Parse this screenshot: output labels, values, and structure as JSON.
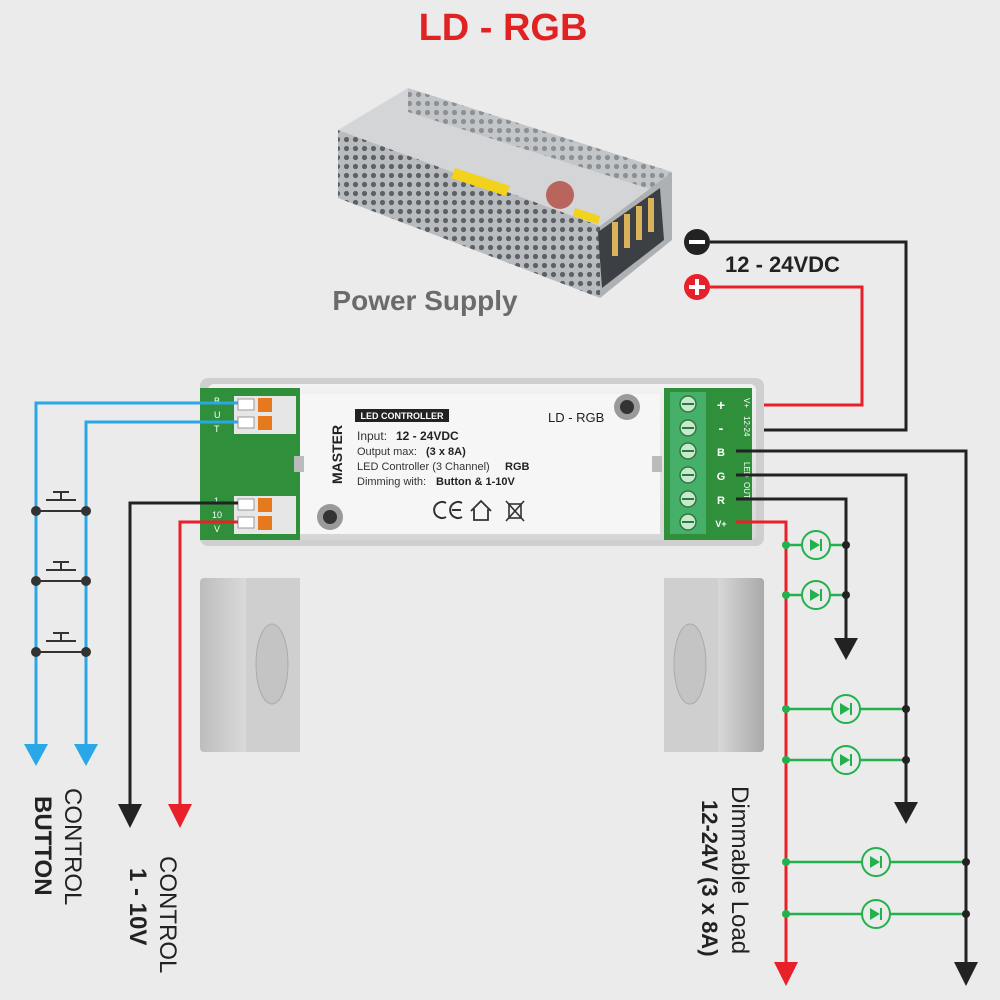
{
  "title": "LD - RGB",
  "power_supply": {
    "label": "Power Supply",
    "voltage": "12 - 24VDC"
  },
  "controller": {
    "brand": "MASTER",
    "badge": "LED CONTROLLER",
    "model": "LD - RGB",
    "input_label": "Input:",
    "input_value": "12 - 24VDC",
    "output_label": "Output max:",
    "output_value": "(3 x 8A)",
    "channel_label": "LED Controller (3 Channel)",
    "channel_value": "RGB",
    "dimming_label": "Dimming with:",
    "dimming_value": "Button & 1-10V",
    "terminal_left_top": [
      "B",
      "U",
      "T"
    ],
    "terminal_left_bottom": [
      "1",
      "10",
      "V"
    ],
    "terminal_right": [
      "+",
      "-",
      "B",
      "G",
      "R",
      "V+"
    ],
    "terminal_right_side": [
      "V+",
      "12-24",
      "LED",
      "OUT"
    ]
  },
  "labels": {
    "control_button_1": "CONTROL",
    "control_button_2": "BUTTON",
    "control_110_1": "CONTROL",
    "control_110_2": "1 - 10V",
    "load_1": "Dimmable Load",
    "load_2": "12-24V (3 x 8A)"
  },
  "colors": {
    "title_red": "#e02222",
    "wire_red": "#e8202a",
    "wire_black": "#222222",
    "wire_blue": "#2aa7e6",
    "wire_green": "#22b14c",
    "pcb_green": "#2f8f3a",
    "text_gray": "#6b6b6b"
  }
}
